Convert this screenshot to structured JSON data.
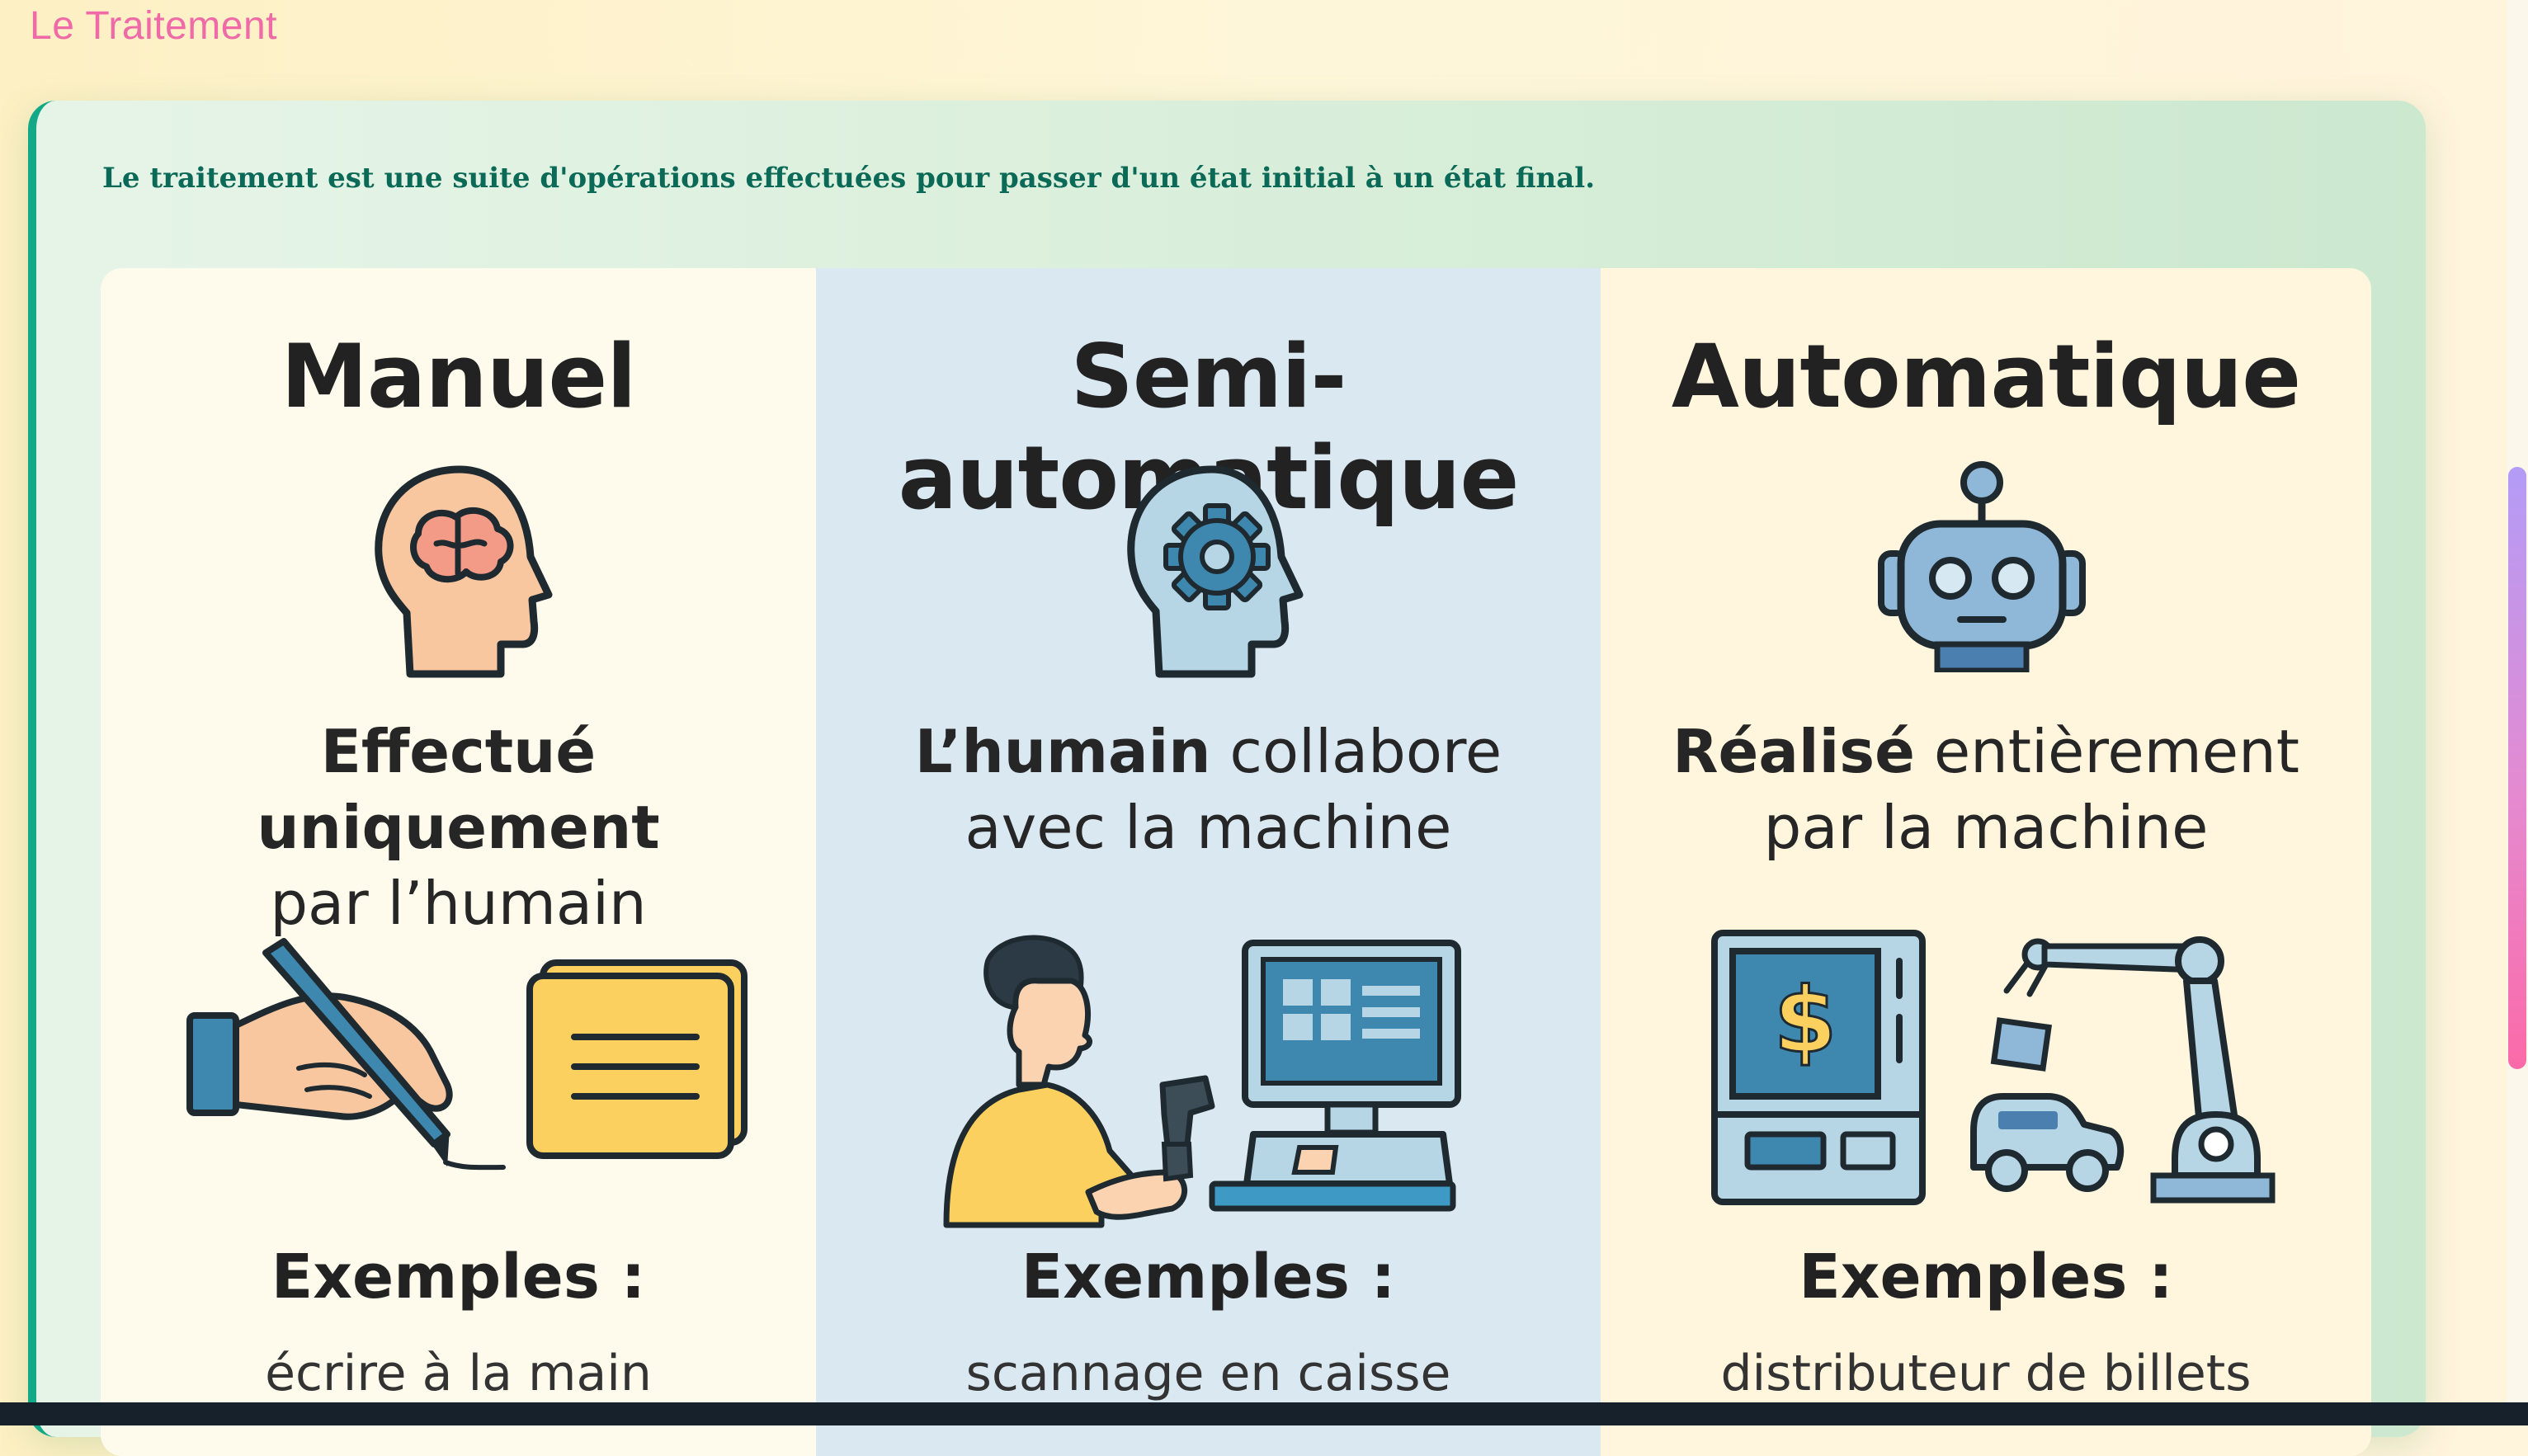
{
  "page": {
    "title": "Le Traitement"
  },
  "card": {
    "definition": "Le traitement est une suite d'opérations effectuées pour passer d'un état initial à un état final."
  },
  "columns": [
    {
      "title": "Manuel",
      "desc_line1_bold": "Effectué",
      "desc_line2_bold": "uniquement",
      "desc_line3": "par l’humain",
      "examples_label": "Exemples :",
      "example_text": "écrire à la main"
    },
    {
      "title": "Semi-automatique",
      "desc_line1_bold": "L’humain",
      "desc_line1_rest": " collabore",
      "desc_line2": "avec la machine",
      "examples_label": "Exemples :",
      "example_text": "scannage en caisse"
    },
    {
      "title": "Automatique",
      "desc_line1_bold": "Réalisé",
      "desc_line1_rest": " entièrement",
      "desc_line2": "par la machine",
      "examples_label": "Exemples :",
      "example_text": "distributeur de billets"
    }
  ],
  "icons": {
    "manual_head": "brain-head-icon",
    "semi_head": "gear-head-icon",
    "auto_head": "robot-head-icon",
    "manual_illus": "hand-writing-icon",
    "semi_illus": "person-scanner-computer-icon",
    "auto_illus": "atm-robot-arm-icon"
  },
  "colors": {
    "title_pink": "#f06aa8",
    "accent_teal": "#13a887",
    "definition_green": "#0b6a57"
  }
}
